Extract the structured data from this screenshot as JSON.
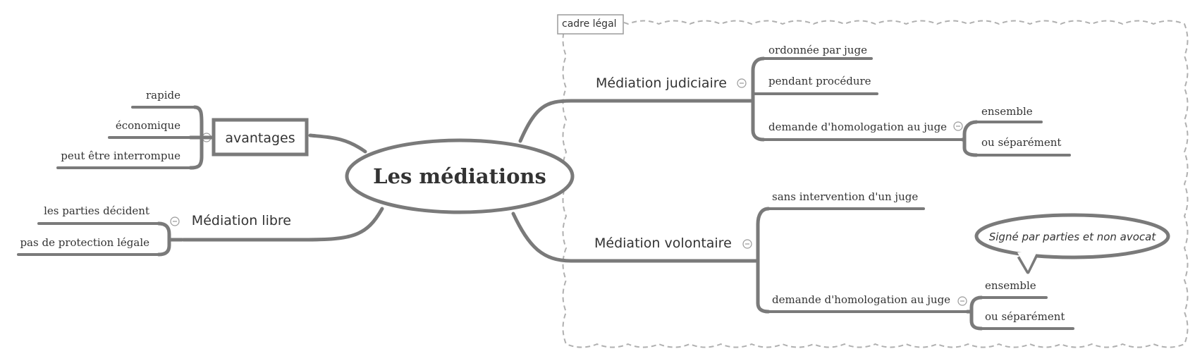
{
  "central": {
    "label": "Les médiations"
  },
  "boundary": {
    "label": "cadre légal"
  },
  "left": {
    "avantages": {
      "label": "avantages",
      "children": [
        "rapide",
        "économique",
        "peut être interrompue"
      ]
    },
    "mediation_libre": {
      "label": "Médiation libre",
      "children": [
        "les parties décident",
        "pas de protection légale"
      ]
    }
  },
  "right": {
    "judiciaire": {
      "label": "Médiation judiciaire",
      "children": [
        "ordonnée par juge",
        "pendant procédure",
        "demande d'homologation au juge"
      ],
      "homologation_children": [
        "ensemble",
        "ou séparément"
      ]
    },
    "volontaire": {
      "label": "Médiation volontaire",
      "children": [
        "sans intervention d'un juge",
        "demande d'homologation au juge"
      ],
      "homologation_children": [
        "ensemble",
        "ou séparément"
      ],
      "callout": "Signé par parties et non avocat"
    }
  },
  "colors": {
    "line": "#7a7a7a",
    "text": "#333333",
    "dashed_border": "#b0b0b0"
  },
  "icons": {
    "collapse": "collapse-minus-icon"
  }
}
